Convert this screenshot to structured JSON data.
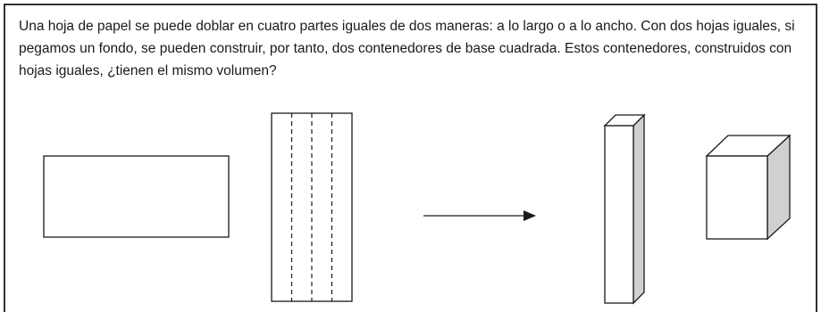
{
  "problem": {
    "text": "Una hoja de papel se puede doblar en cuatro partes iguales de dos maneras: a lo largo o a lo ancho. Con dos hojas iguales, si pegamos un fondo, se pueden construir, por tanto, dos contenedores de base cuadrada. Estos contenedores, construidos con hojas iguales, ¿tienen el mismo volumen?"
  },
  "figures": {
    "stroke_color": "#1a1a1a",
    "shade_color": "#d0d0d0",
    "items": [
      {
        "name": "flat-paper-sheet"
      },
      {
        "name": "folded-paper-sheet"
      },
      {
        "name": "transform-arrow"
      },
      {
        "name": "tall-container"
      },
      {
        "name": "cube-container"
      }
    ]
  }
}
